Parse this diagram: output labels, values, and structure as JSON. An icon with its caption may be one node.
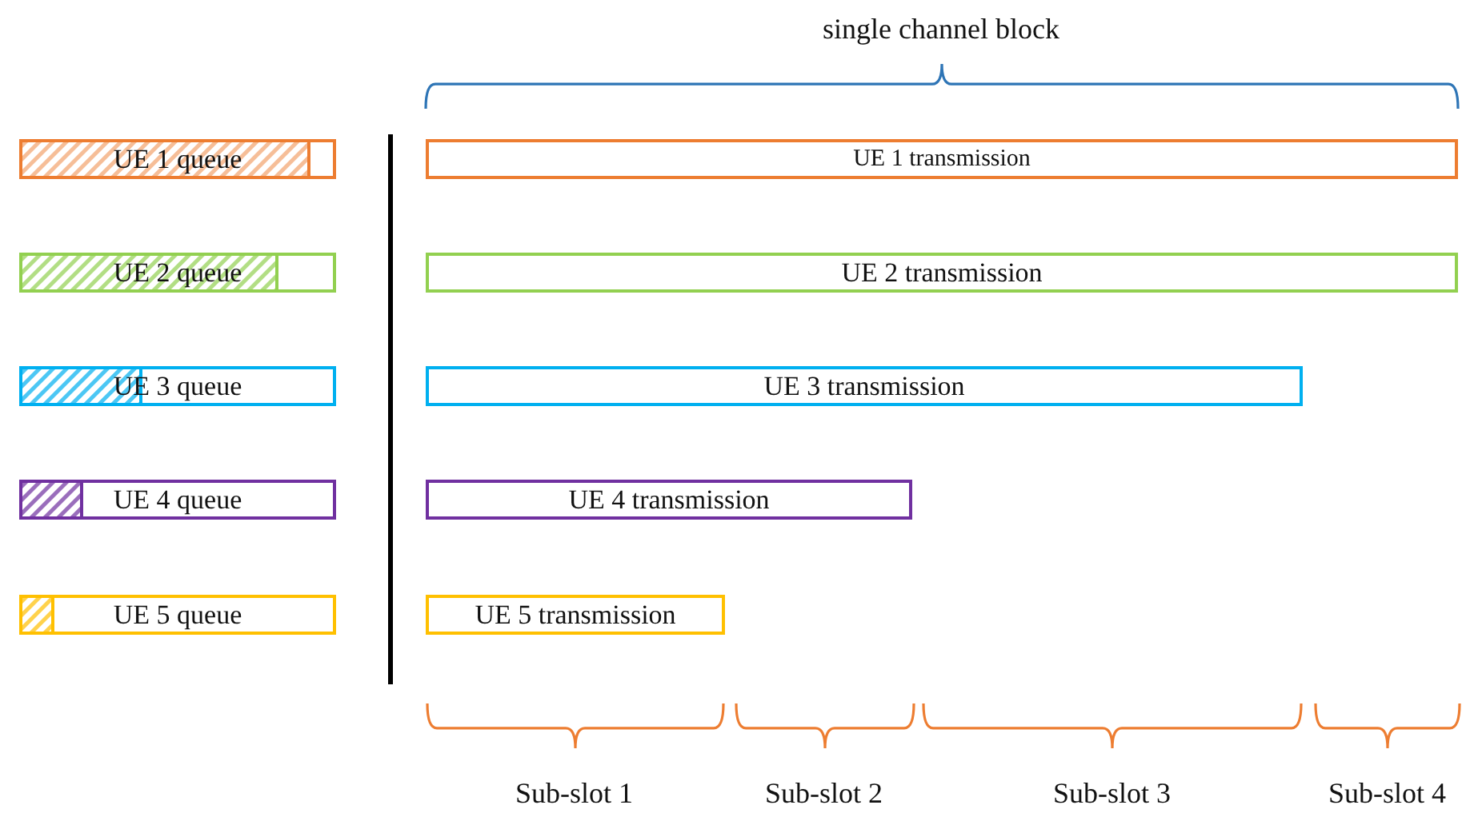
{
  "diagram": {
    "nodes": [
      {
        "text": [
          "UE 1 queue"
        ]
      },
      {
        "text": [
          "UE 2 queue"
        ]
      },
      {
        "text": [
          "UE 3 queue"
        ]
      },
      {
        "text": [
          "UE 4 queue"
        ]
      },
      {
        "text": [
          "UE 5 queue"
        ]
      },
      {
        "text": [
          "UE 1 transmission"
        ]
      },
      {
        "text": [
          "UE 2 transmission"
        ]
      },
      {
        "text": [
          "UE 3 transmission"
        ]
      },
      {
        "text": [
          "UE 4 transmission"
        ]
      },
      {
        "text": [
          "UE 5 transmission"
        ]
      }
    ],
    "edges": [],
    "labels": [
      "single channel block",
      "Sub-slot 1",
      "Sub-slot 2",
      "Sub-slot 3",
      "Sub-slot 4"
    ]
  }
}
